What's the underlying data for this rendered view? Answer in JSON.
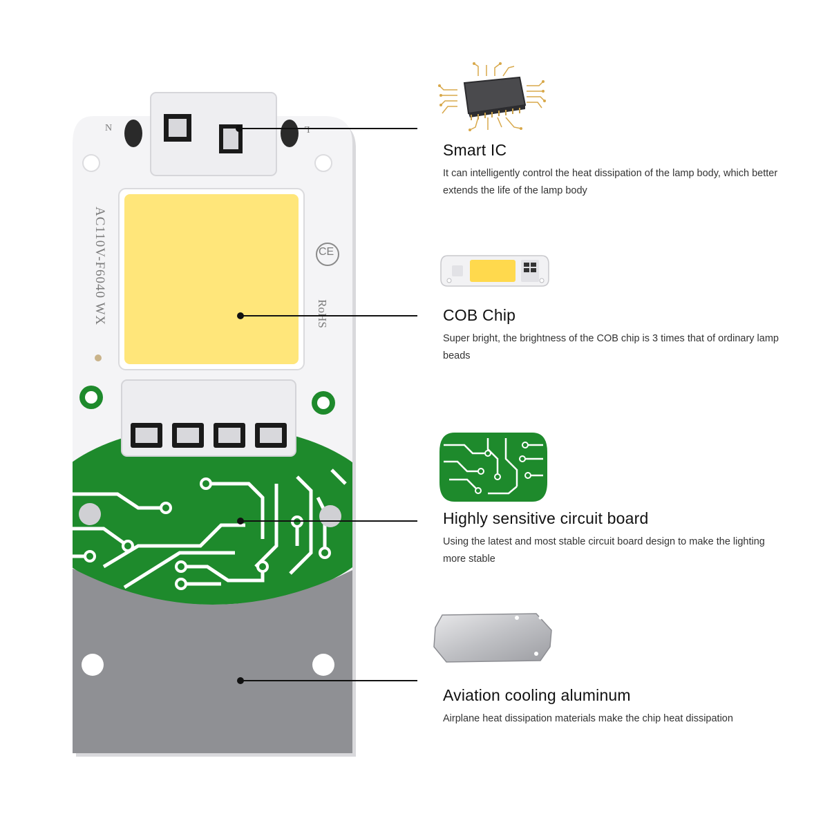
{
  "board": {
    "terminal_n": "N",
    "terminal_l": "L",
    "model_marking": "AC110V-F6040  WX",
    "ce_mark": "CE",
    "rohs_mark": "RoHS"
  },
  "features": [
    {
      "title": "Smart IC",
      "description": "It can intelligently control the heat dissipation of the lamp body, which better extends the life of the lamp body",
      "icon": "chip-icon"
    },
    {
      "title": "COB Chip",
      "description": "Super bright, the brightness of the COB chip is 3 times that of ordinary lamp beads",
      "icon": "cob-module-icon"
    },
    {
      "title": "Highly sensitive circuit board",
      "description": "Using the latest and most stable circuit board design to make the lighting more stable",
      "icon": "circuit-board-icon"
    },
    {
      "title": "Aviation cooling aluminum",
      "description": "Airplane heat dissipation materials make the chip heat dissipation",
      "icon": "aluminum-plate-icon"
    }
  ],
  "colors": {
    "led_yellow": "#FFE67A",
    "pcb_green": "#1E8A2C",
    "aluminum_gray": "#8F9094",
    "ceramic_white": "#F2F2F4",
    "leader_line": "#111111"
  }
}
